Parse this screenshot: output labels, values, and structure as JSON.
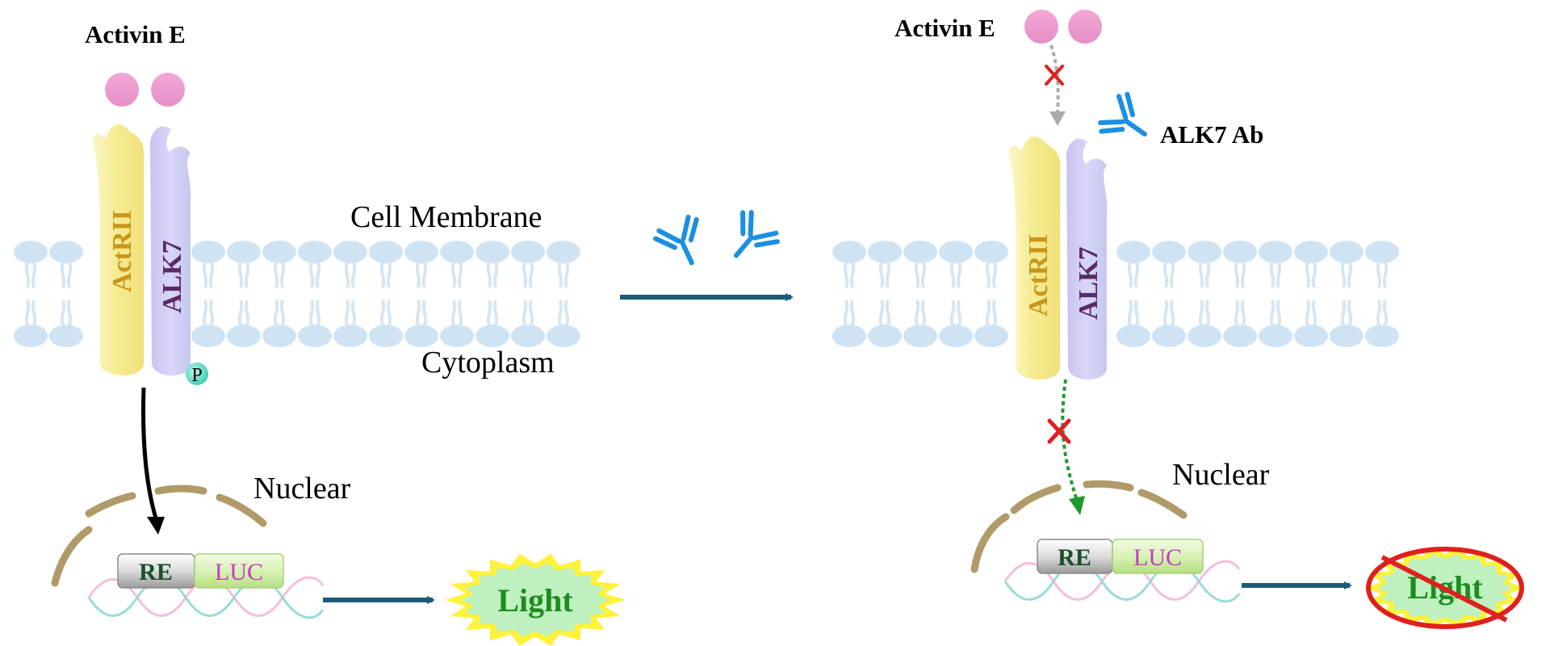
{
  "left_panel": {
    "ligand_label": "Activin E",
    "receptor_type2": "ActRII",
    "receptor_type1": "ALK7",
    "phospho": "P",
    "membrane_label": "Cell Membrane",
    "cytoplasm_label": "Cytoplasm",
    "nuclear_label": "Nuclear",
    "reporter_re": "RE",
    "reporter_luc": "LUC",
    "output": "Light"
  },
  "right_panel": {
    "ligand_label": "Activin E",
    "antibody_label": "ALK7 Ab",
    "receptor_type2": "ActRII",
    "receptor_type1": "ALK7",
    "nuclear_label": "Nuclear",
    "reporter_re": "RE",
    "reporter_luc": "LUC",
    "output": "Light"
  },
  "colors": {
    "ligand": "#ef9fcf",
    "actrii": "#f6ef9a",
    "actrii_text": "#c8961c",
    "alk7": "#cfcdf4",
    "alk7_text": "#5a2a66",
    "membrane": "#cfe3f3",
    "antibody": "#1c8fe0",
    "arrow": "#1d5b7a",
    "nucleus": "#b09a68",
    "light_text": "#1e8c1e",
    "block": "#e0201e",
    "dna_pink": "#f3b8d8",
    "dna_teal": "#8fd8d8"
  }
}
